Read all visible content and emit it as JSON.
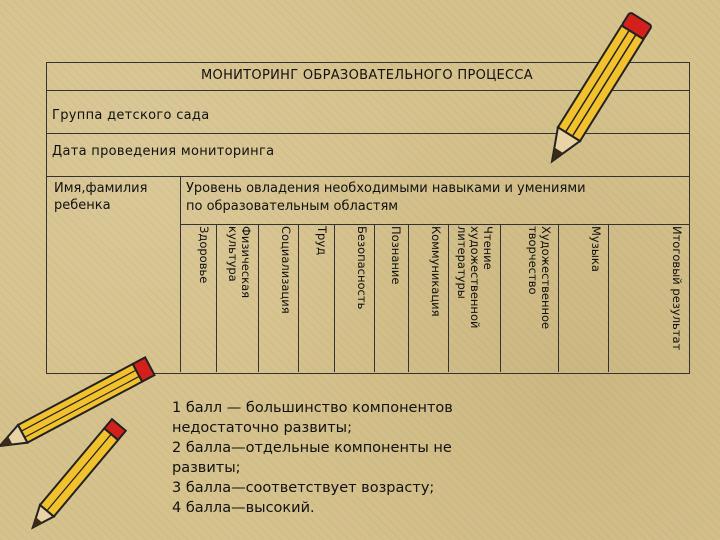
{
  "table": {
    "title": "МОНИТОРИНГ ОБРАЗОВАТЕЛЬНОГО ПРОЦЕССА",
    "group_label": "Группа детского сада",
    "date_label": "Дата проведения мониторинга",
    "name_header": "Имя,фамилия\nребенка",
    "level_header": "Уровень овладения необходимыми навыками и умениями\nпо образовательным областям",
    "areas": [
      "Здоровье",
      "Физическая\nкультура",
      "Социализация",
      "Труд",
      "Безопасность",
      "Познание",
      "Коммуникация",
      "Чтение\nхудожественной\nлитературы",
      "Художественное\nтворчество",
      "Музыка",
      "Итоговый результат"
    ]
  },
  "legend": {
    "text": "1 балл — большинство компонентов\nнедостаточно развиты;\n2 балла—отдельные компоненты не\nразвиты;\n3 балла—соответствует возрасту;\n4 балла—высокий."
  },
  "decor": {
    "pencil_colors": [
      "#f2c12e",
      "#d4201a",
      "#3a2a18"
    ]
  }
}
